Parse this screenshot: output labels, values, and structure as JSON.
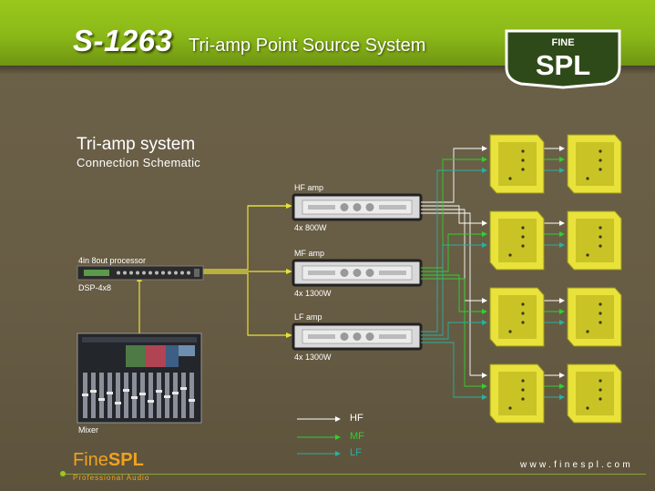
{
  "header": {
    "model": "S-1263",
    "subtitle": "Tri-amp Point Source System",
    "logo_top": "FINE",
    "logo_main": "SPL"
  },
  "content": {
    "heading": "Tri-amp system",
    "subheading": "Connection  Schematic"
  },
  "processor": {
    "label": "4in 8out processor",
    "model": "DSP-4x8"
  },
  "mixer": {
    "label": "Mixer"
  },
  "amps": [
    {
      "name": "HF amp",
      "power": "4x 800W"
    },
    {
      "name": "MF amp",
      "power": "4x 1300W"
    },
    {
      "name": "LF amp",
      "power": "4x 1300W"
    }
  ],
  "legend": [
    {
      "label": "HF",
      "color": "#ffffff"
    },
    {
      "label": "MF",
      "color": "#2fd12f"
    },
    {
      "label": "LF",
      "color": "#2ab0a0"
    }
  ],
  "colors": {
    "signal": "#e8e23a",
    "accent": "#8ab818",
    "speaker": "#e8e23a"
  },
  "footer": {
    "brand_a": "Fine",
    "brand_b": "SPL",
    "brand_sub": "Professional Audio",
    "website": "www.finespl.com"
  }
}
